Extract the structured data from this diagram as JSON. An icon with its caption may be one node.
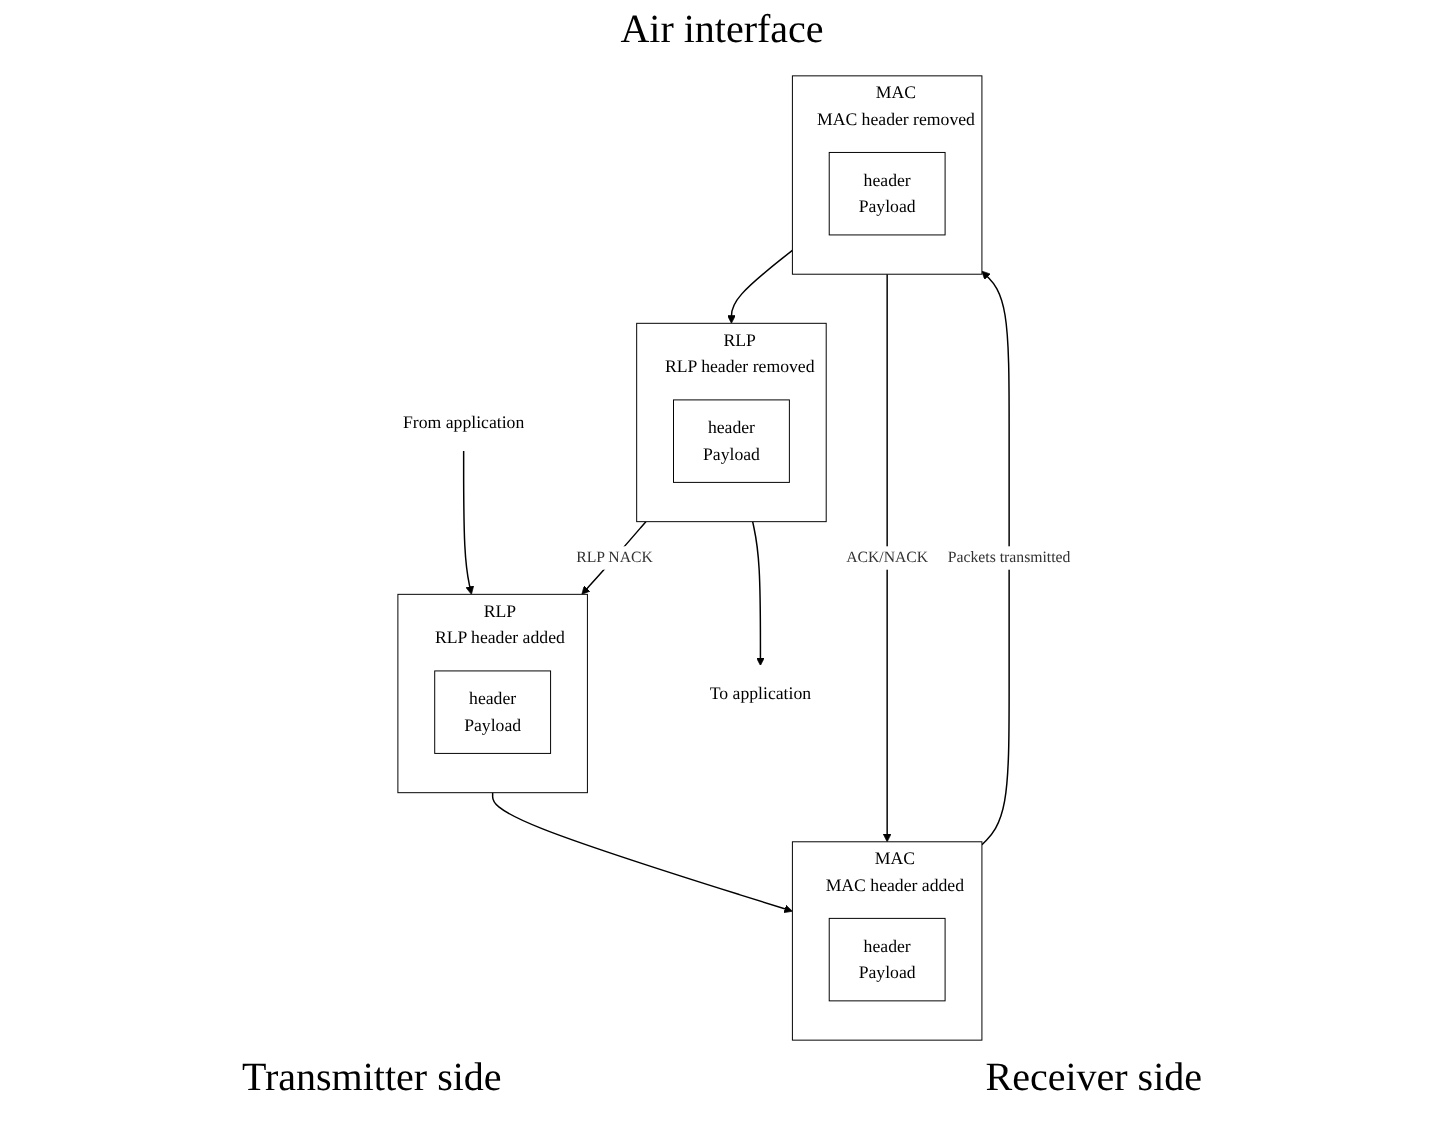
{
  "diagram": {
    "nodes": [
      {
        "text": [
          "From application"
        ]
      },
      {
        "text": [
          "RLP",
          "RLP header added"
        ]
      },
      {
        "text": [
          "header",
          "Payload"
        ],
        "in": 1
      },
      {
        "text": [
          "MAC",
          "MAC header added"
        ]
      },
      {
        "text": [
          "header",
          "Payload"
        ],
        "in": 3
      },
      {
        "text": [
          "To application"
        ]
      },
      {
        "text": [
          "RLP",
          "RLP header removed"
        ]
      },
      {
        "text": [
          "header",
          "Payload"
        ],
        "in": 6
      },
      {
        "text": [
          "MAC",
          "MAC header removed"
        ]
      },
      {
        "text": [
          "header",
          "Payload"
        ],
        "in": 8
      }
    ],
    "edges": [
      {
        "from": 0,
        "to": 1,
        "arrow": "to"
      },
      {
        "from": 1,
        "to": 3,
        "arrow": "to"
      },
      {
        "from": 3,
        "to": 8,
        "arrow": "to",
        "label": "Packets transmitted"
      },
      {
        "from": 8,
        "to": 3,
        "arrow": "to",
        "label": "ACK/NACK"
      },
      {
        "from": 8,
        "to": 6,
        "arrow": "to"
      },
      {
        "from": 6,
        "to": 1,
        "arrow": "to",
        "label": "RLP NACK"
      },
      {
        "from": 6,
        "to": 5,
        "arrow": "to"
      }
    ],
    "labels": [
      "Air interface",
      "Transmitter side",
      "Receiver side"
    ]
  }
}
